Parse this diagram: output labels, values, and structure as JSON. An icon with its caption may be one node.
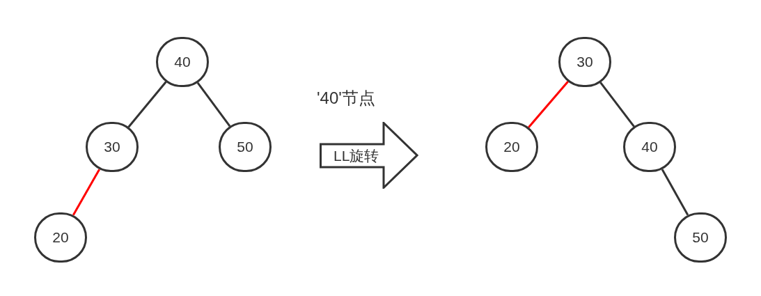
{
  "diagram": {
    "nodes": [
      {
        "text": [
          "40"
        ]
      },
      {
        "text": [
          "30"
        ]
      },
      {
        "text": [
          "50"
        ]
      },
      {
        "text": [
          "20"
        ]
      },
      {
        "text": [
          "LL旋转"
        ],
        "beside": [
          "'40'节点"
        ]
      },
      {
        "text": [
          "30"
        ]
      },
      {
        "text": [
          "20"
        ]
      },
      {
        "text": [
          "40"
        ]
      },
      {
        "text": [
          "50"
        ]
      }
    ],
    "edges": [
      {
        "from": 0,
        "to": 1,
        "arrow": "none"
      },
      {
        "from": 0,
        "to": 2,
        "arrow": "none"
      },
      {
        "from": 1,
        "to": 3,
        "arrow": "none",
        "color": "#ff0000"
      },
      {
        "from": 5,
        "to": 6,
        "arrow": "none",
        "color": "#ff0000"
      },
      {
        "from": 5,
        "to": 7,
        "arrow": "none"
      },
      {
        "from": 7,
        "to": 8,
        "arrow": "none"
      }
    ]
  }
}
